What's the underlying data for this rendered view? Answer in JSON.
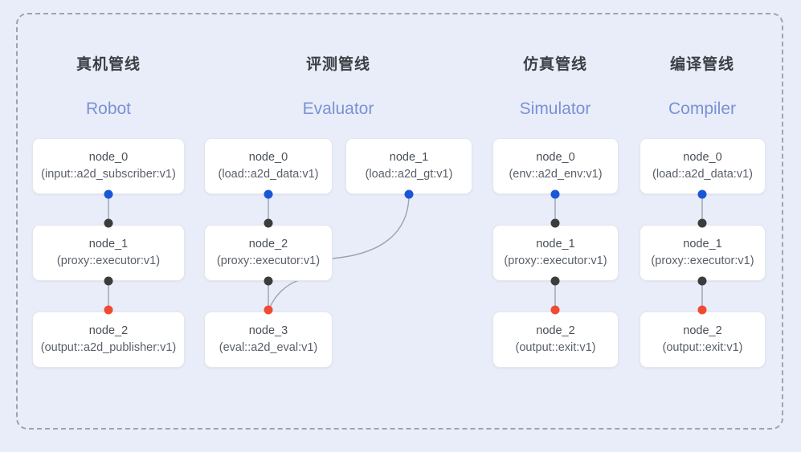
{
  "frame": {
    "label": "pipeline-overview-frame",
    "background": "#e8edf9",
    "border_color": "#9aa3b6"
  },
  "palette": {
    "port_input": "#1a56d6",
    "port_middle": "#3c3c3c",
    "port_output": "#f04a33",
    "title_cn": "#3c4043",
    "title_en": "#7b91d4",
    "node_background": "#ffffff",
    "edge": "#9aa3b0"
  },
  "columns": [
    {
      "title_cn": "真机管线",
      "title_en": "Robot",
      "nodes": [
        {
          "name": "node_0",
          "spec": "(input::a2d_subscriber:v1)"
        },
        {
          "name": "node_1",
          "spec": "(proxy::executor:v1)"
        },
        {
          "name": "node_2",
          "spec": "(output::a2d_publisher:v1)"
        }
      ]
    },
    {
      "title_cn": "评测管线",
      "title_en": "Evaluator",
      "nodes": [
        {
          "name": "node_0",
          "spec": "(load::a2d_data:v1)"
        },
        {
          "name": "node_2",
          "spec": "(proxy::executor:v1)"
        },
        {
          "name": "node_3",
          "spec": "(eval::a2d_eval:v1)"
        },
        {
          "name": "node_1",
          "spec": "(load::a2d_gt:v1)"
        }
      ]
    },
    {
      "title_cn": "仿真管线",
      "title_en": "Simulator",
      "nodes": [
        {
          "name": "node_0",
          "spec": "(env::a2d_env:v1)"
        },
        {
          "name": "node_1",
          "spec": "(proxy::executor:v1)"
        },
        {
          "name": "node_2",
          "spec": "(output::exit:v1)"
        }
      ]
    },
    {
      "title_cn": "编译管线",
      "title_en": "Compiler",
      "nodes": [
        {
          "name": "node_0",
          "spec": "(load::a2d_data:v1)"
        },
        {
          "name": "node_1",
          "spec": "(proxy::executor:v1)"
        },
        {
          "name": "node_2",
          "spec": "(output::exit:v1)"
        }
      ]
    }
  ]
}
